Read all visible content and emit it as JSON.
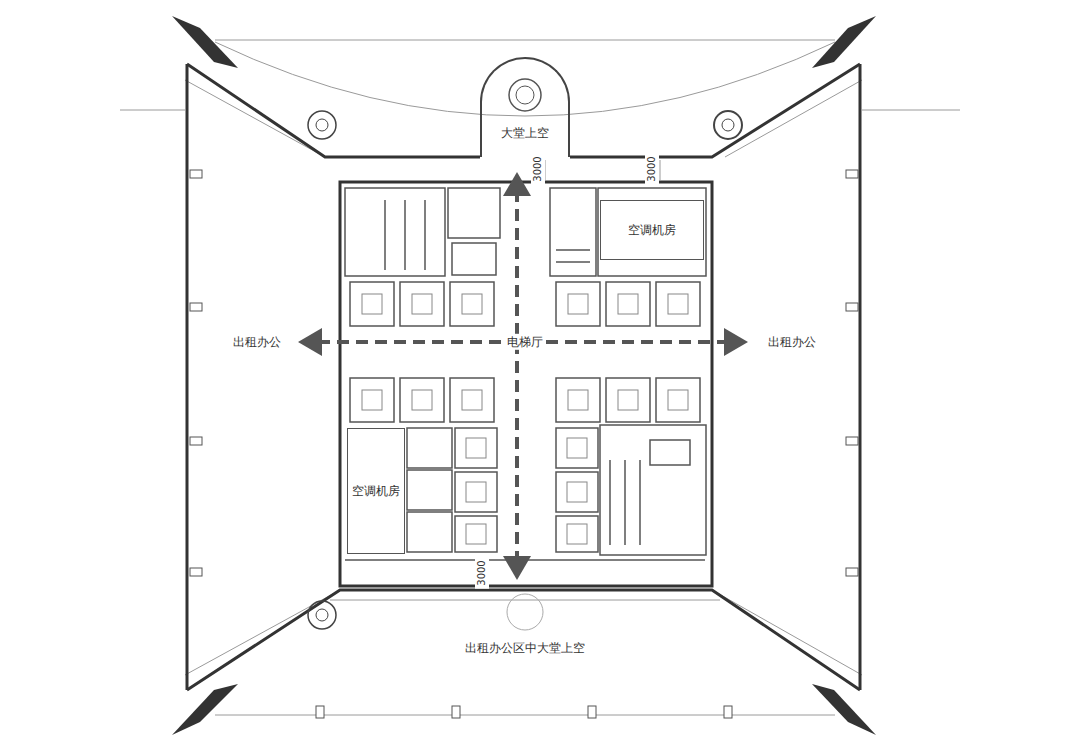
{
  "diagram": {
    "nodes": [
      {
        "text": [
          "大堂上空"
        ]
      },
      {
        "text": [
          "空调机房"
        ]
      },
      {
        "text": [
          "空调机房"
        ]
      }
    ],
    "labels": [
      "出租办公",
      "出租办公",
      "电梯厅",
      "3000",
      "3000",
      "3000",
      "出租办公区中大堂上空"
    ]
  }
}
